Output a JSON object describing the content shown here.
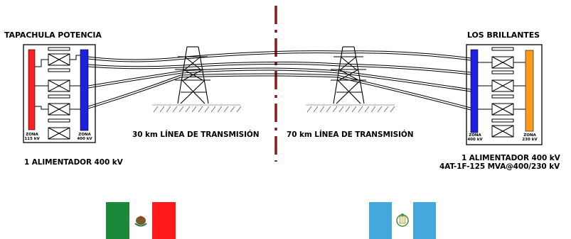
{
  "left_substation": {
    "name": "TAPACHULA POTENCIA",
    "zone_low": [
      "ZONA",
      "115 kV"
    ],
    "zone_high": [
      "ZONA",
      "400 kV"
    ],
    "feeder": "1 ALIMENTADOR 400 kV"
  },
  "right_substation": {
    "name": "LOS BRILLANTES",
    "zone_high": [
      "ZONA",
      "400 kV"
    ],
    "zone_low": [
      "ZONA",
      "230 kV"
    ],
    "feeder": "1 ALIMENTADOR 400 kV",
    "transformer": "4AT-1F-125 MVA@400/230 kV"
  },
  "line_left": "30 km  LÍNEA DE TRANSMISIÓN",
  "line_right": "70 km  LÍNEA DE TRANSMISIÓN",
  "colors": {
    "bus_115": "#ff2020",
    "bus_400": "#1f1fe0",
    "bus_230": "#ff9a1a",
    "border": "#8b1a1a",
    "mexico_green": "#1a8a3a",
    "mexico_red": "#ff1a1a",
    "guatemala_blue": "#44a8dc"
  },
  "flags": [
    {
      "country": "Mexico",
      "icon": "mexico-flag-icon"
    },
    {
      "country": "Guatemala",
      "icon": "guatemala-flag-icon"
    }
  ]
}
